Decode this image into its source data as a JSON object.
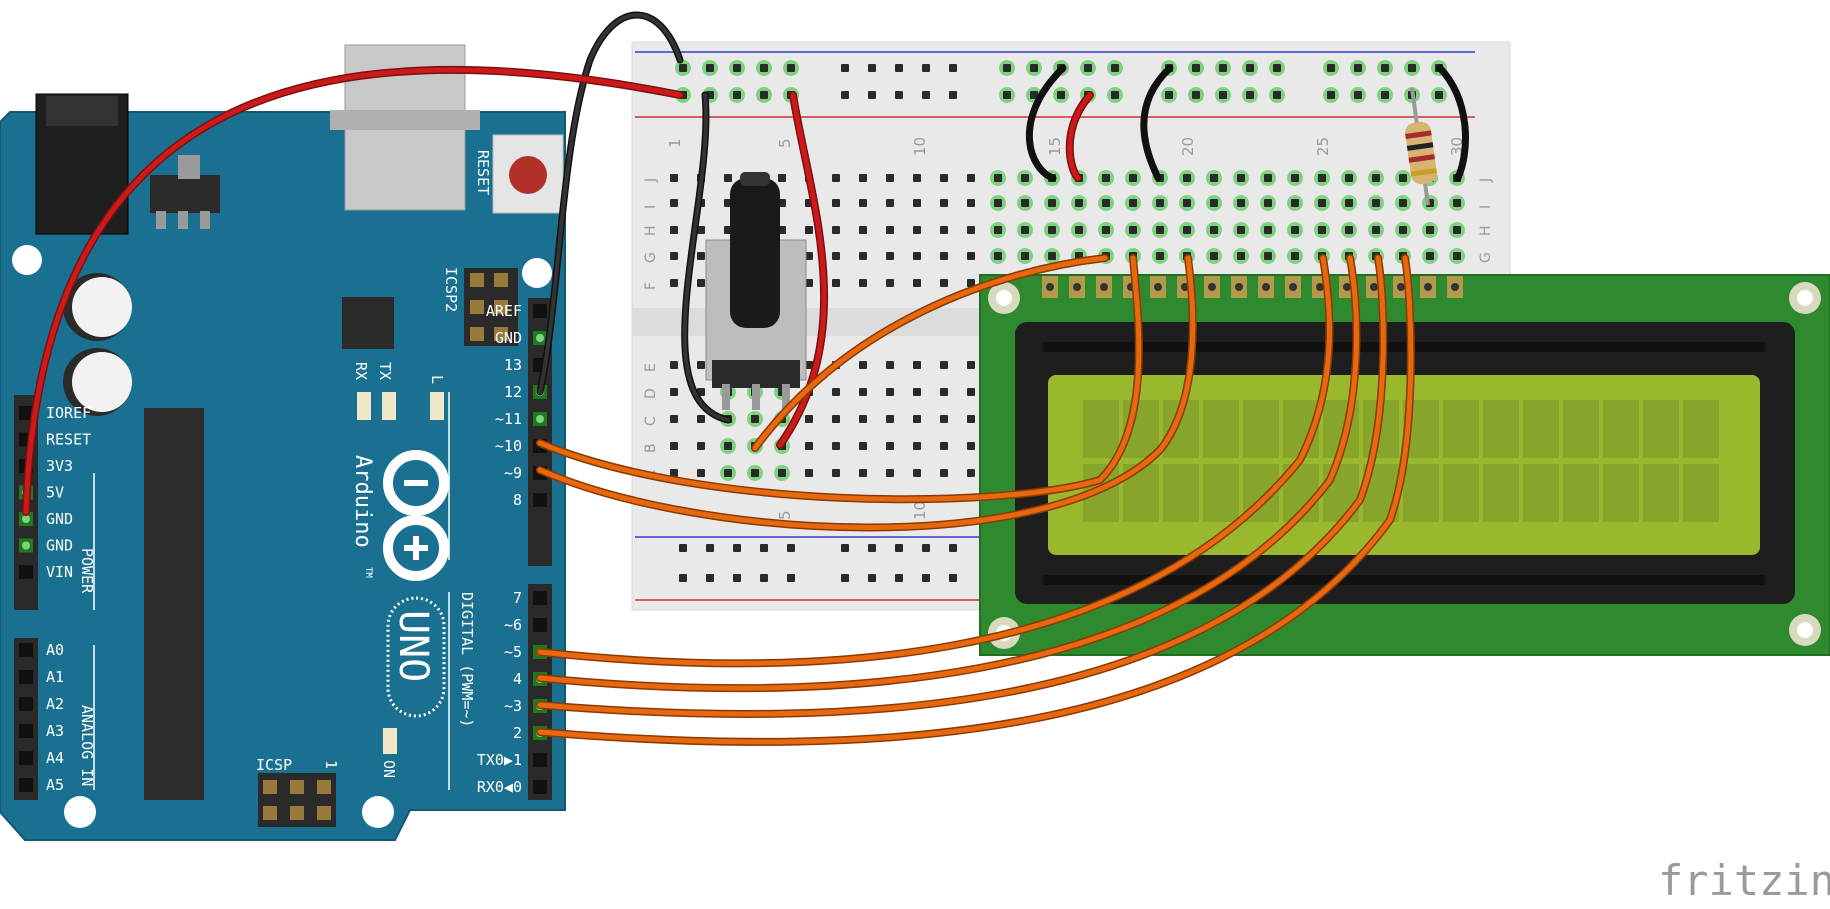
{
  "title": "",
  "watermark": {
    "text": "fritzing"
  },
  "arduino": {
    "reset_label": "RESET",
    "icsp2_label": "ICSP2",
    "icsp_label": "ICSP",
    "icsp_pin1": "1",
    "rx_label": "RX",
    "tx_label": "TX",
    "l_label": "L",
    "on_label": "ON",
    "brand": "Arduino",
    "trademark": "TM",
    "model": "UNO",
    "digital_label": "DIGITAL (PWM=~)",
    "power_label": "POWER",
    "analog_label": "ANALOG IN",
    "power_pins": [
      "IOREF",
      "RESET",
      "3V3",
      "5V",
      "GND",
      "GND",
      "VIN"
    ],
    "analog_pins": [
      "A0",
      "A1",
      "A2",
      "A3",
      "A4",
      "A5"
    ],
    "digital_top_pins": [
      "AREF",
      "GND",
      "13",
      "12",
      "~11",
      "~10",
      "~9",
      "8"
    ],
    "digital_bottom_pins": [
      "7",
      "~6",
      "~5",
      "4",
      "~3",
      "2",
      "TX0▶1",
      "RX0◀0"
    ]
  },
  "breadboard": {
    "column_numbers": [
      "1",
      "5",
      "10",
      "15",
      "20",
      "25",
      "30"
    ],
    "row_letters_top": [
      "J",
      "I",
      "H",
      "G",
      "F"
    ],
    "row_letters_bottom": [
      "E",
      "D",
      "C",
      "B",
      "A"
    ]
  },
  "colors": {
    "arduino_blue": "#1a7090",
    "wire_orange": "#e8680f",
    "wire_red": "#cc1a1a",
    "wire_black": "#222222",
    "lcd_green": "#2f8a2f",
    "lcd_screen": "#9ab82e",
    "hole_active": "#7fd27f"
  }
}
